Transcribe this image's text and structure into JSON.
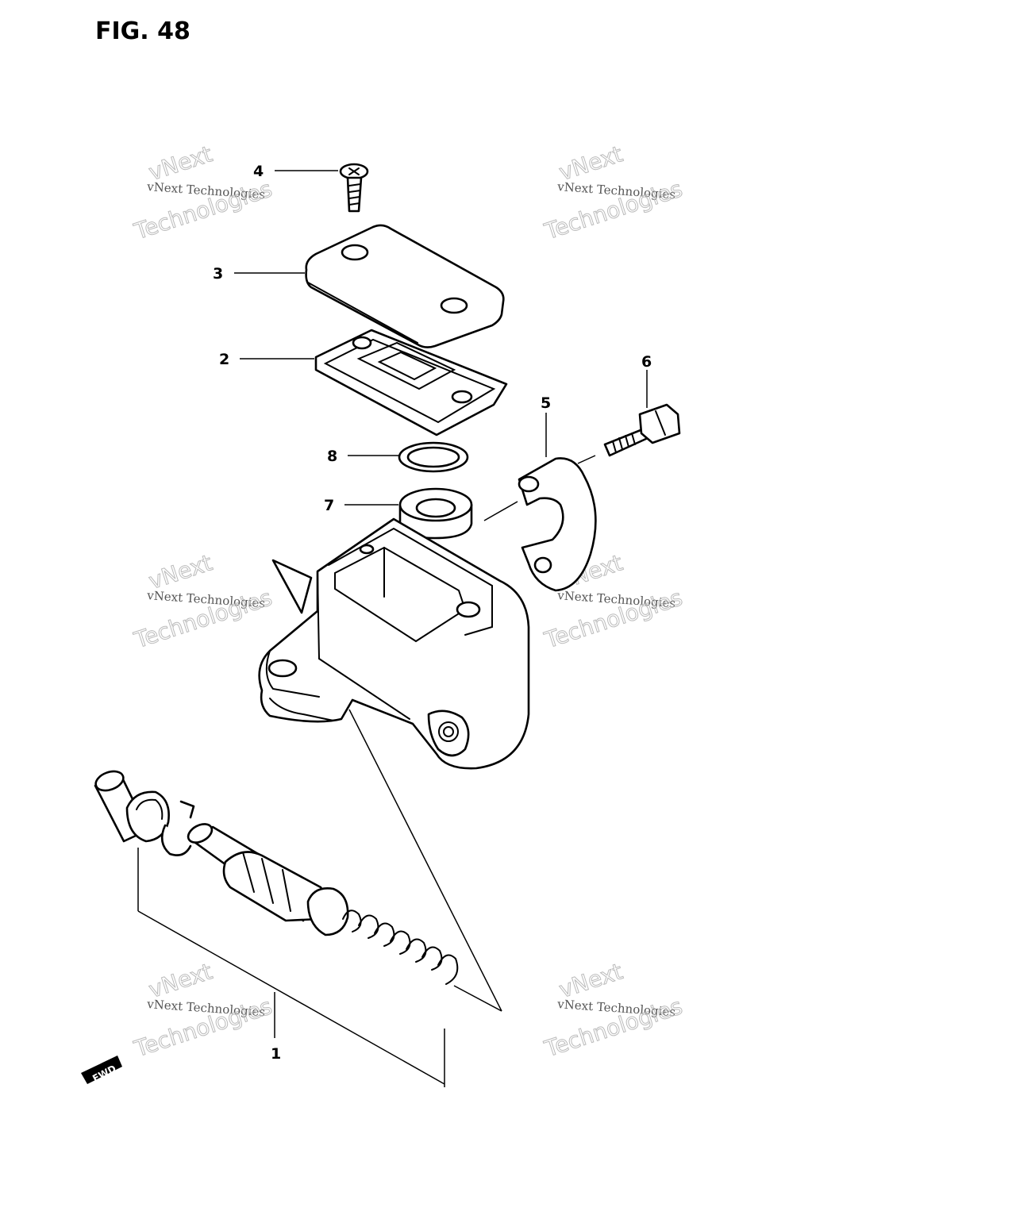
{
  "figure": {
    "title": "FIG. 48"
  },
  "callouts": [
    {
      "id": "1",
      "label": "1"
    },
    {
      "id": "2",
      "label": "2"
    },
    {
      "id": "3",
      "label": "3"
    },
    {
      "id": "4",
      "label": "4"
    },
    {
      "id": "5",
      "label": "5"
    },
    {
      "id": "6",
      "label": "6"
    },
    {
      "id": "7",
      "label": "7"
    },
    {
      "id": "8",
      "label": "8"
    }
  ],
  "direction_badge": {
    "text": "FWD"
  },
  "watermark": {
    "line_small": "vNext Technologies",
    "line_big_1": "vNext",
    "line_big_2": "Technologies"
  }
}
